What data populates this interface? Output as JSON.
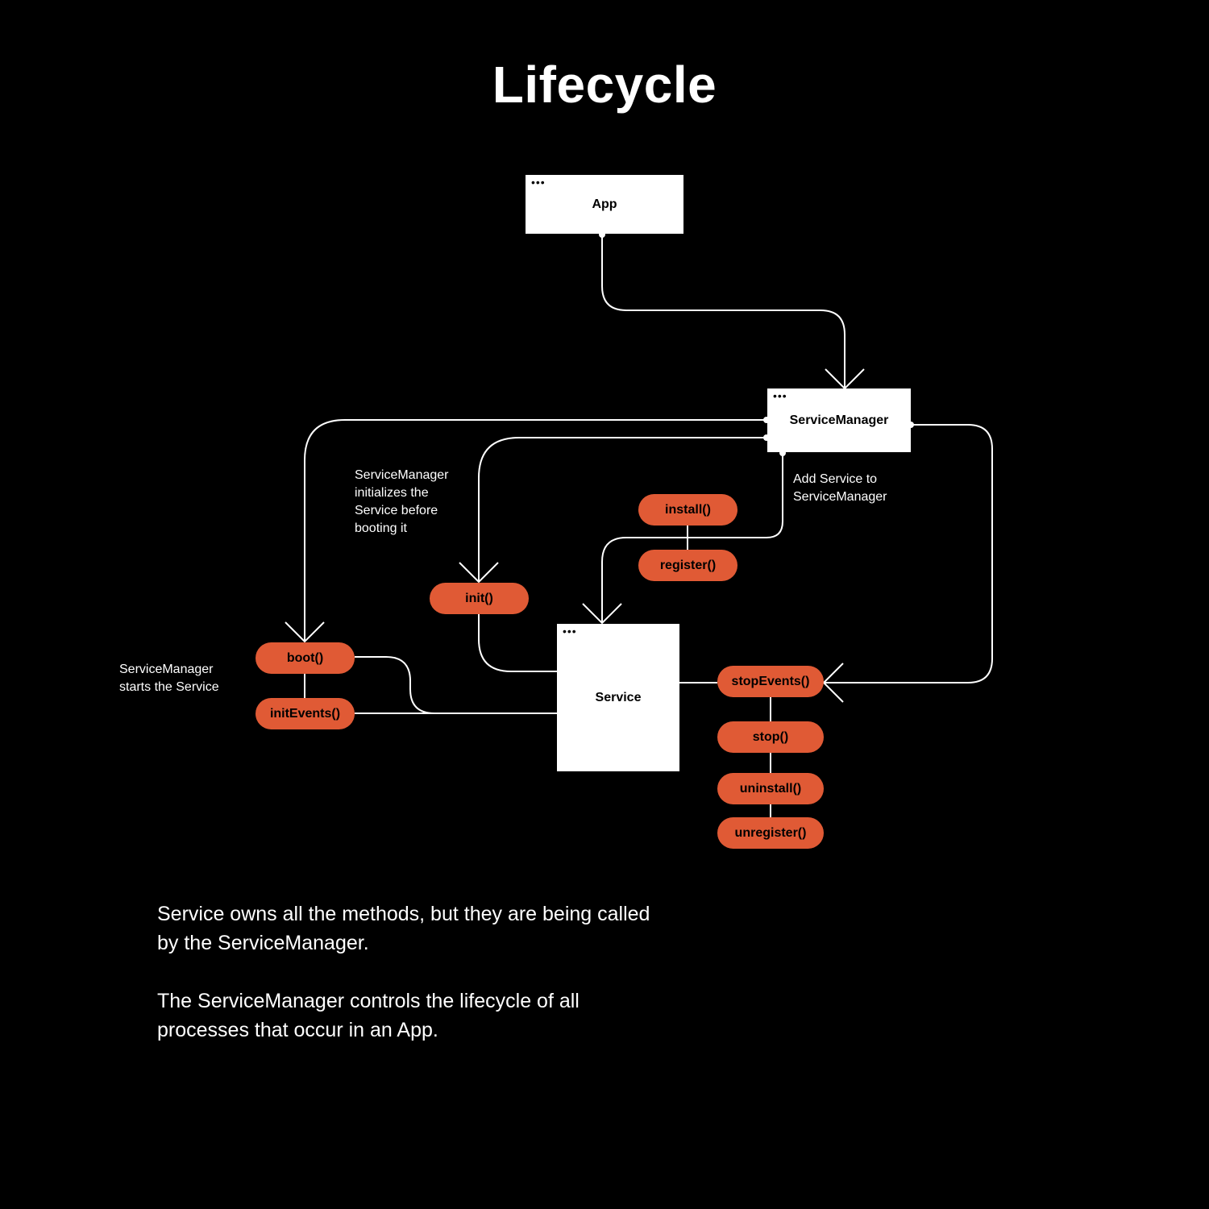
{
  "title": "Lifecycle",
  "boxes": {
    "app": "App",
    "service_manager": "ServiceManager",
    "service": "Service",
    "dots": "•••"
  },
  "methods": {
    "install": "install()",
    "register": "register()",
    "init": "init()",
    "boot": "boot()",
    "init_events": "initEvents()",
    "stop_events": "stopEvents()",
    "stop": "stop()",
    "uninstall": "uninstall()",
    "unregister": "unregister()"
  },
  "notes": {
    "initializes": "ServiceManager\ninitializes the\nService before\nbooting it",
    "add_service": "Add Service to\nServiceManager",
    "starts": "ServiceManager\nstarts the Service"
  },
  "footer": {
    "paragraph1": "Service owns all the methods, but they are being called by the ServiceManager.",
    "paragraph2": "The ServiceManager controls the lifecycle of all processes that occur in an App."
  },
  "colors": {
    "background": "#000000",
    "box": "#ffffff",
    "method_pill": "#e05a35",
    "connector": "#ffffff"
  }
}
